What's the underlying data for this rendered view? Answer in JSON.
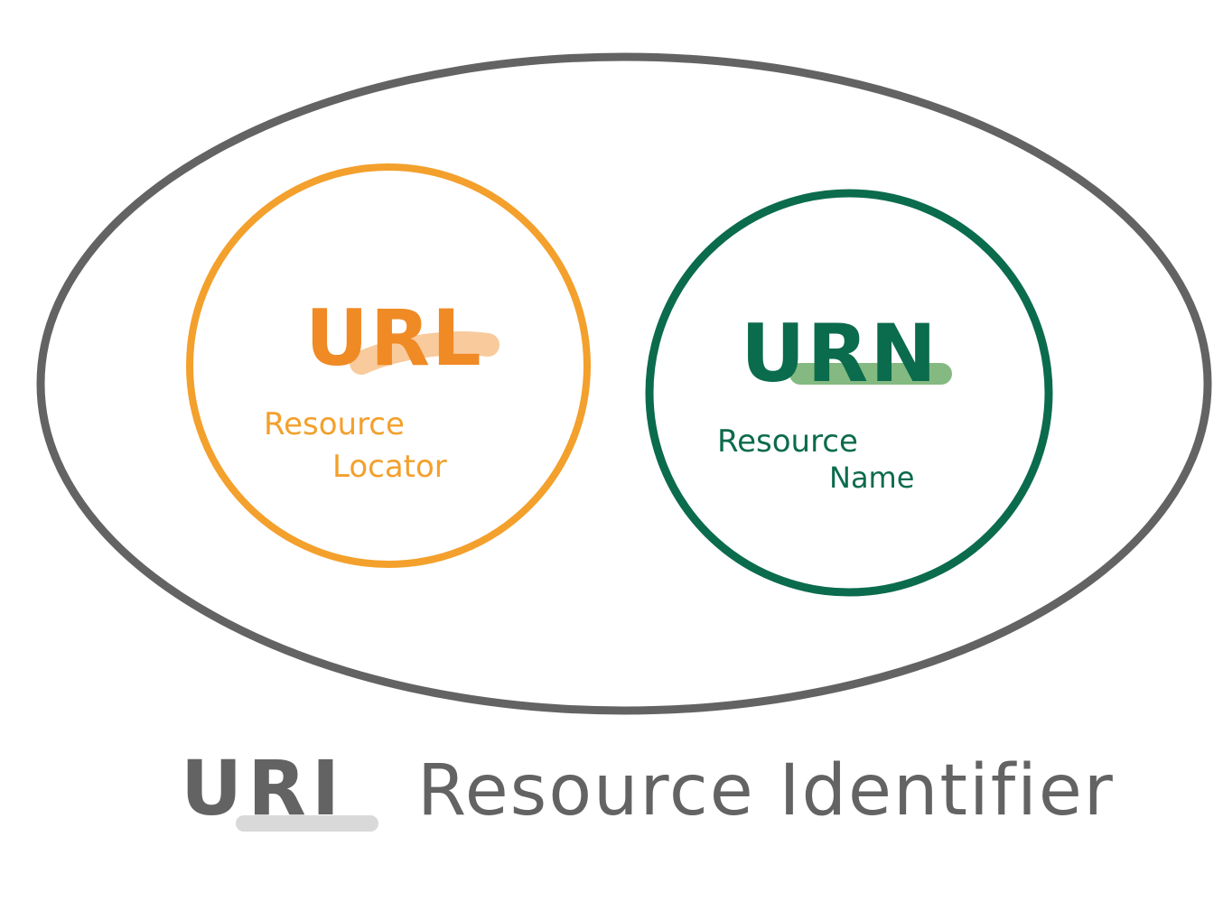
{
  "colors": {
    "outer": "#636363",
    "url": "#f3a02c",
    "url_highlight": "#f08a24",
    "urn": "#0b6b4d",
    "urn_highlight": "#6fae6b",
    "uri_highlight": "#d9d9d9"
  },
  "uri": {
    "acronym": "URI",
    "line": "Resource Identifier"
  },
  "url": {
    "acronym": "URL",
    "line1": "Resource",
    "line2": "Locator"
  },
  "urn": {
    "acronym": "URN",
    "line1": "Resource",
    "line2": "Name"
  }
}
